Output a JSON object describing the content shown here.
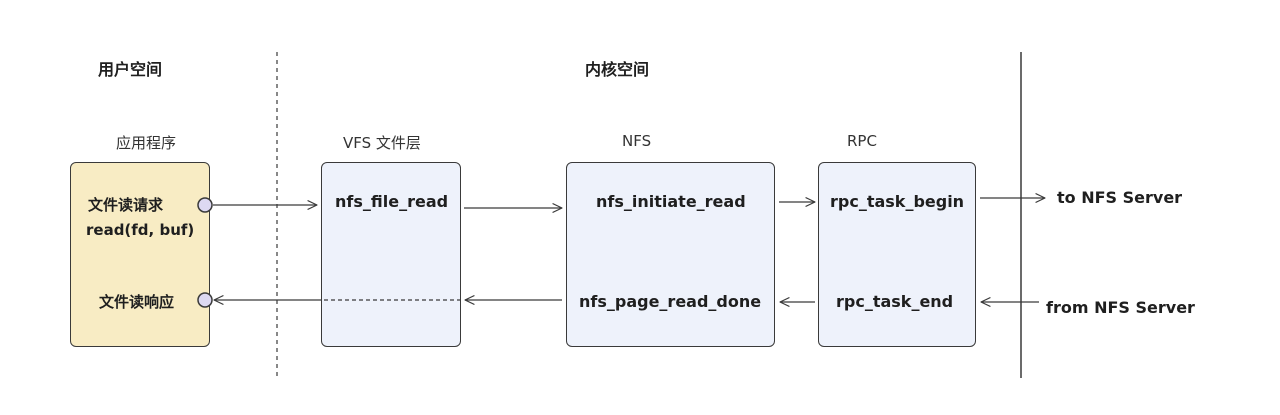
{
  "regions": {
    "user_space": "用户空间",
    "kernel_space": "内核空间"
  },
  "columns": {
    "app": "应用程序",
    "vfs": "VFS 文件层",
    "nfs": "NFS",
    "rpc": "RPC"
  },
  "app_box": {
    "request_line1": "文件读请求",
    "request_line2": "read(fd, buf)",
    "response": "文件读响应"
  },
  "vfs_box": {
    "read": "nfs_file_read"
  },
  "nfs_box": {
    "initiate": "nfs_initiate_read",
    "done": "nfs_page_read_done"
  },
  "rpc_box": {
    "begin": "rpc_task_begin",
    "end": "rpc_task_end"
  },
  "server": {
    "to": "to NFS Server",
    "from": "from NFS Server"
  },
  "colors": {
    "app_fill": "#f8ecc4",
    "kernel_fill": "#eef2fb",
    "node_fill": "#ddd9f2",
    "stroke": "#3a3a3a"
  }
}
